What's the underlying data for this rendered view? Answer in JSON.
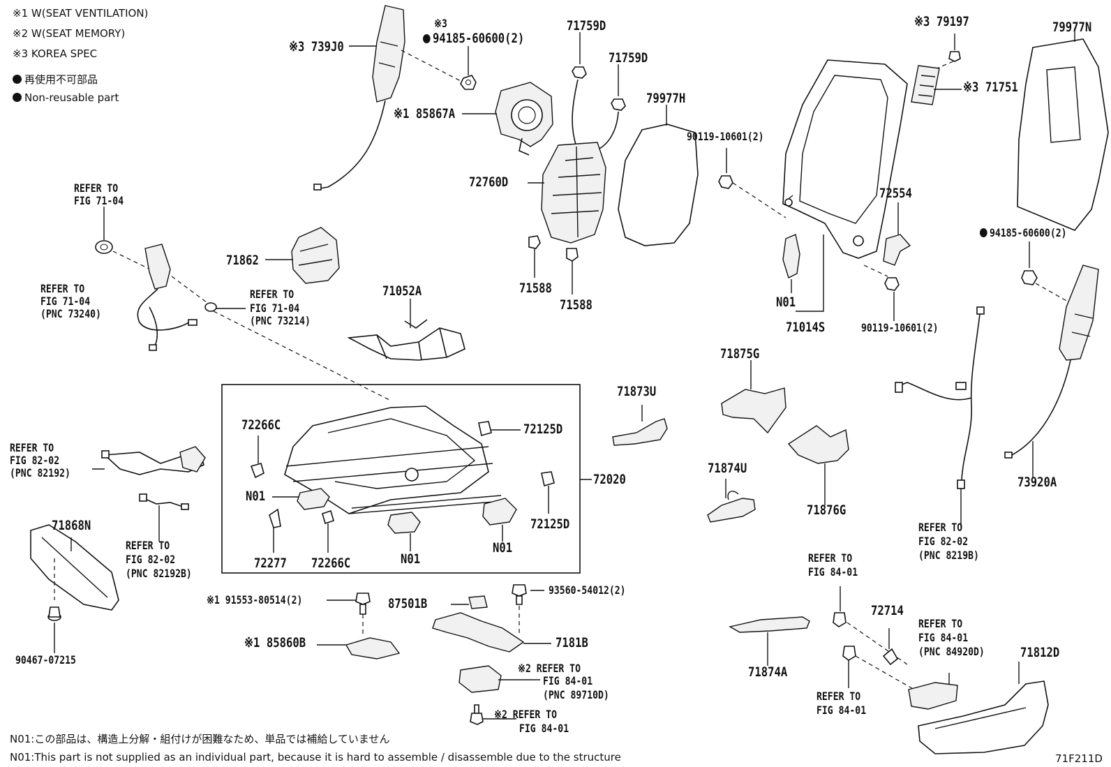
{
  "notes": {
    "n1": "※1 W(SEAT VENTILATION)",
    "n2": "※2 W(SEAT MEMORY)",
    "n3": "※3 KOREA SPEC",
    "nonreusable_jp": "再使用不可部品",
    "nonreusable_en": "Non-reusable part"
  },
  "footer": {
    "jp": "N01:この部品は、構造上分解・組付けが困難なため、単品では補給していません",
    "en": "N01:This part is not supplied as an individual part, because it is hard to assemble / disassemble due to the structure",
    "fig_code": "71F211D"
  },
  "labels": {
    "p739J0": "※3 739J0",
    "k3": "※3",
    "p94185_a": "94185-60600(2)",
    "p85867A": "※1 85867A",
    "p71759D_a": "71759D",
    "p71759D_b": "71759D",
    "p79977H": "79977H",
    "p72760D": "72760D",
    "p71588_a": "71588",
    "p71588_b": "71588",
    "p90119_a": "90119-10601(2)",
    "p90119_b": "90119-10601(2)",
    "p79197": "※3 79197",
    "p71751": "※3 71751",
    "p79977N": "79977N",
    "p72554": "72554",
    "pN01_a": "N01",
    "p71014S": "71014S",
    "p94185_b": "94185-60600(2)",
    "ref_a1": "REFER TO",
    "ref_a2": "FIG 71-04",
    "p71862": "71862",
    "ref_b1": "REFER TO",
    "ref_b2": "FIG 71-04",
    "ref_b3": "(PNC 73240)",
    "ref_c1": "REFER TO",
    "ref_c2": "FIG 71-04",
    "ref_c3": "(PNC 73214)",
    "p71052A": "71052A",
    "p72266C_a": "72266C",
    "p72125D_a": "72125D",
    "p72020": "72020",
    "pN01_b": "N01",
    "p72277": "72277",
    "p72266C_b": "72266C",
    "pN01_c": "N01",
    "pN01_d": "N01",
    "p72125D_b": "72125D",
    "p71873U": "71873U",
    "p71875G": "71875G",
    "p71874U": "71874U",
    "p71876G": "71876G",
    "p73920A": "73920A",
    "ref_d1": "REFER TO",
    "ref_d2": "FIG 82-02",
    "ref_d3": "(PNC 82192)",
    "p71868N": "71868N",
    "ref_e1": "REFER TO",
    "ref_e2": "FIG 82-02",
    "ref_e3": "(PNC 82192B)",
    "p90467": "90467-07215",
    "p91553": "※1 91553-80514(2)",
    "p87501B": "87501B",
    "p93560": "93560-54012(2)",
    "p85860B": "※1 85860B",
    "p7181B": "7181B",
    "ref_f1": "※2 REFER TO",
    "ref_f2": "FIG 84-01",
    "ref_f3": "(PNC 89710D)",
    "ref_g1": "※2 REFER TO",
    "ref_g2": "FIG 84-01",
    "ref_h1": "REFER TO",
    "ref_h2": "FIG 82-02",
    "ref_h3": "(PNC 8219B)",
    "ref_i1": "REFER TO",
    "ref_i2": "FIG 84-01",
    "p72714": "72714",
    "ref_j1": "REFER TO",
    "ref_j2": "FIG 84-01",
    "ref_j3": "(PNC 84920D)",
    "p71812D": "71812D",
    "p71874A": "71874A",
    "ref_k1": "REFER TO",
    "ref_k2": "FIG 84-01"
  }
}
